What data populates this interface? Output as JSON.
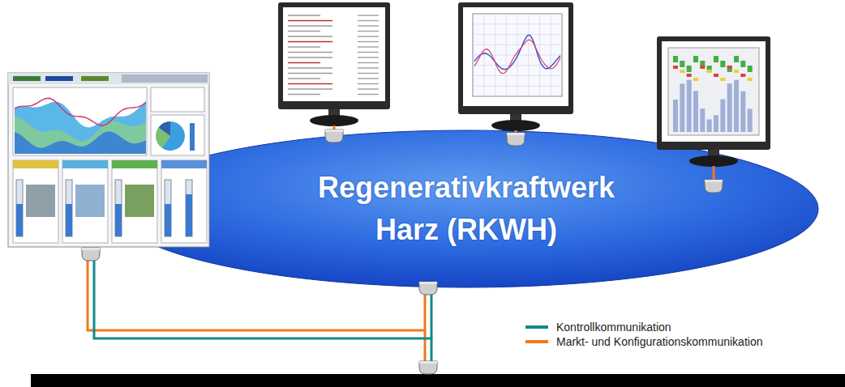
{
  "diagram": {
    "nodes": [
      {
        "text": [
          "Regenerativkraftwerk Harz (RKWH)"
        ]
      }
    ],
    "legend": [
      {
        "text": "Kontrollkommunikation",
        "color": "#13898a"
      },
      {
        "text": "Markt- und Konfigurationskommunikation",
        "color": "#f07a1c"
      }
    ]
  }
}
